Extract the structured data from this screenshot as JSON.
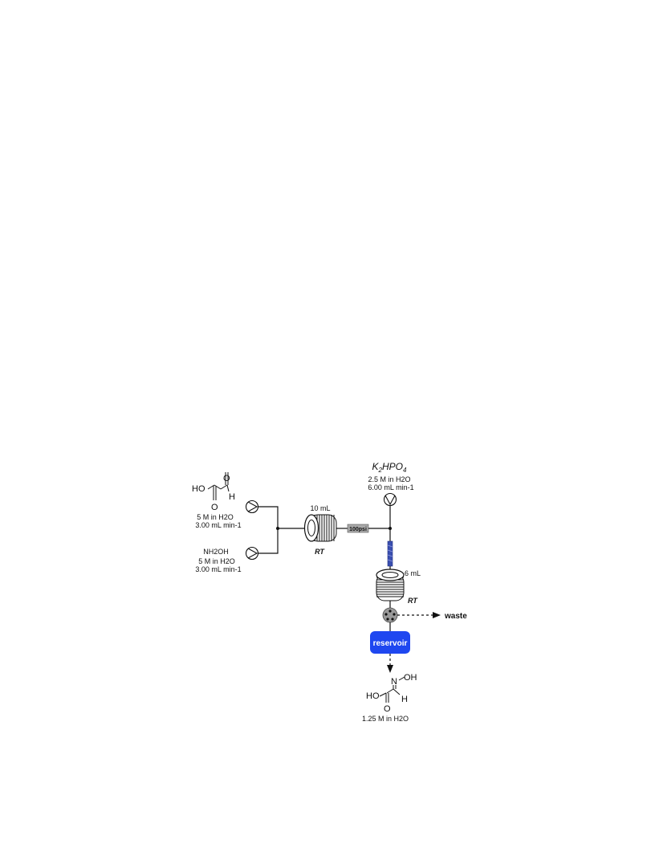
{
  "reagents": {
    "glyoxylic_acid": {
      "formula": {
        "ho": "HO",
        "o_top": "O",
        "o_bottom": "O",
        "h": "H"
      },
      "concentration": "5 M in H2O",
      "flow_rate": "3.00 mL min-1"
    },
    "hydroxylamine": {
      "name": "NH2OH",
      "concentration": "5 M in H2O",
      "flow_rate": "3.00 mL min-1"
    },
    "base": {
      "name": "K2HPO4",
      "concentration": "2.5 M in H2O",
      "flow_rate": "6.00 mL min-1"
    }
  },
  "reactors": {
    "coil1": {
      "volume": "10 mL",
      "temperature": "RT"
    },
    "coil2": {
      "volume": "6 mL",
      "temperature": "RT"
    }
  },
  "back_pressure_regulator": "100psi",
  "waste_label": "waste",
  "reservoir_label": "reservoir",
  "product": {
    "formula": {
      "n": "N",
      "oh": "OH",
      "ho": "HO",
      "o": "O",
      "h": "H"
    },
    "concentration": "1.25 M in H2O"
  },
  "colors": {
    "reservoir": "#1f47f0",
    "mixer": "#3a4fb0",
    "bpr": "#a9a9a9",
    "valve": "#9a9a9a"
  }
}
